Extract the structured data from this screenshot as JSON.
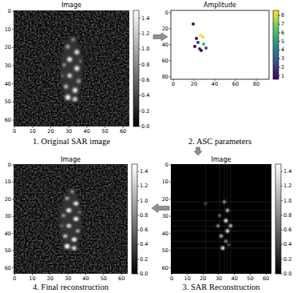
{
  "diagram": {
    "nodes": [
      {
        "text": [
          "Image",
          "1. Original SAR image"
        ]
      },
      {
        "text": [
          "Amplitude",
          "2. ASC parameters"
        ]
      },
      {
        "text": [
          "Image",
          "3. SAR Reconstruction"
        ]
      },
      {
        "text": [
          "Image",
          "4. Final reconstruction"
        ]
      }
    ],
    "edges": [
      {
        "from": 0,
        "to": 1,
        "arrow": "to"
      },
      {
        "from": 1,
        "to": 2,
        "arrow": "to"
      },
      {
        "from": 2,
        "to": 3,
        "arrow": "to"
      }
    ],
    "labels": [
      "0",
      "10",
      "20",
      "30",
      "40",
      "50",
      "60",
      "0",
      "10",
      "20",
      "30",
      "40",
      "50",
      "60",
      "0.0",
      "0.2",
      "0.4",
      "0.6",
      "0.8",
      "1.0",
      "1.2",
      "1.4",
      "0",
      "20",
      "40",
      "60",
      "80",
      "0",
      "20",
      "40",
      "60",
      "80",
      "1",
      "2",
      "3",
      "4",
      "5",
      "6",
      "7",
      "8",
      "0",
      "10",
      "20",
      "30",
      "40",
      "50",
      "60",
      "0",
      "10",
      "20",
      "30",
      "40",
      "50",
      "60",
      "0.0",
      "0.2",
      "0.4",
      "0.6",
      "0.8",
      "1.0",
      "1.2",
      "1.4",
      "0",
      "10",
      "20",
      "30",
      "40",
      "50",
      "60",
      "0",
      "10",
      "20",
      "30",
      "40",
      "50",
      "60",
      "0.0",
      "0.2",
      "0.4",
      "0.6",
      "0.8",
      "1.0",
      "1.2",
      "1.4"
    ]
  }
}
